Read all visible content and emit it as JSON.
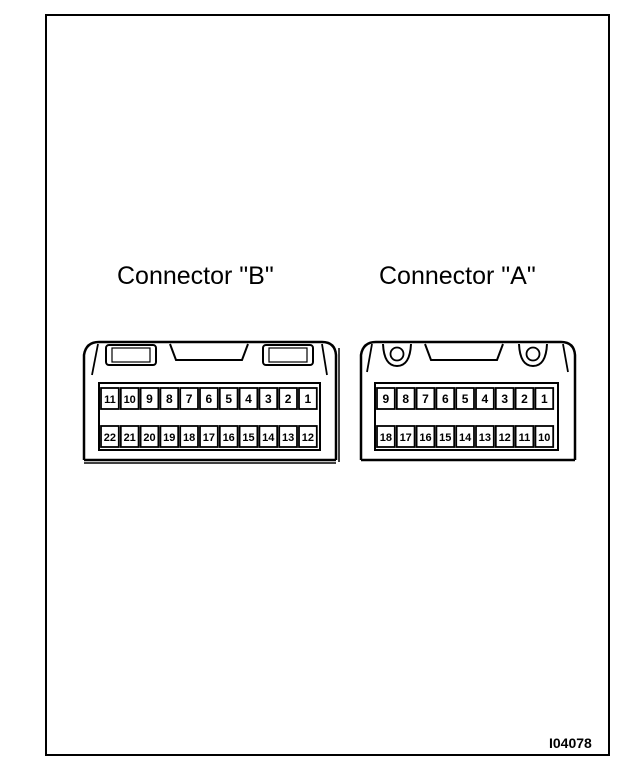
{
  "connectors": [
    {
      "id": "B",
      "label": "Connector \"B\"",
      "row_top": [
        "11",
        "10",
        "9",
        "8",
        "7",
        "6",
        "5",
        "4",
        "3",
        "2",
        "1"
      ],
      "row_bottom": [
        "22",
        "21",
        "20",
        "19",
        "18",
        "17",
        "16",
        "15",
        "14",
        "13",
        "12"
      ]
    },
    {
      "id": "A",
      "label": "Connector \"A\"",
      "row_top": [
        "9",
        "8",
        "7",
        "6",
        "5",
        "4",
        "3",
        "2",
        "1"
      ],
      "row_bottom": [
        "18",
        "17",
        "16",
        "15",
        "14",
        "13",
        "12",
        "11",
        "10"
      ]
    }
  ],
  "figure_code": "I04078"
}
